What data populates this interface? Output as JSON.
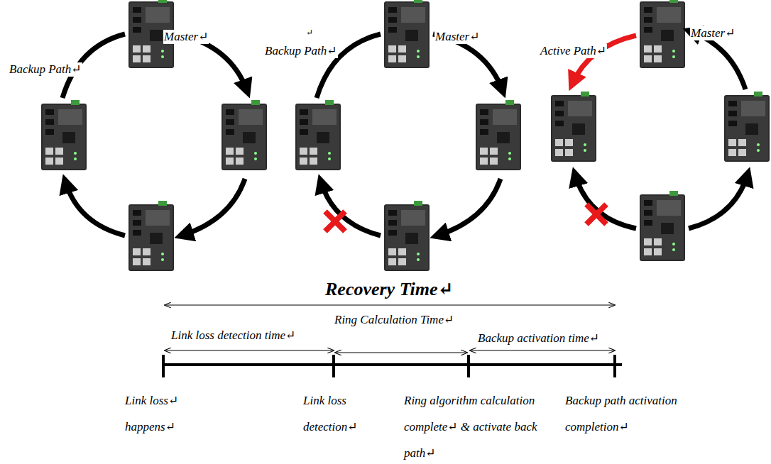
{
  "diagram": {
    "labels": [
      "Backup Path↵",
      "Master↵",
      "↵",
      "Backup Path↵",
      "Master↵",
      "Active Path↵",
      "Master↵",
      "Recovery Time↵",
      "Ring Calculation Time↵",
      "Link loss detection time↵",
      "Backup activation time↵",
      "Link loss↵ happens↵",
      "Link loss detection↵",
      "Ring algorithm calculation complete↵ & activate back path↵",
      "Backup path activation completion↵"
    ]
  }
}
